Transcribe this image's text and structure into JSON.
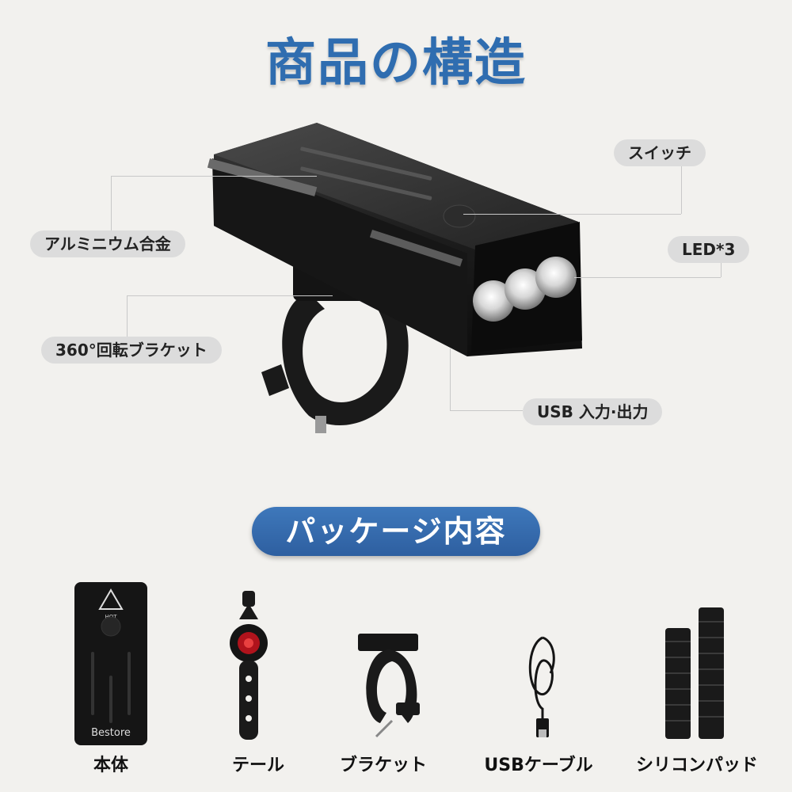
{
  "title": "商品の構造",
  "callouts": {
    "switch": "スイッチ",
    "aluminum": "アルミニウム合金",
    "led": "LED*3",
    "bracket360": "360°回転ブラケット",
    "usb": "USB 入力·出力"
  },
  "package_header": "パッケージ内容",
  "package_items": {
    "body": "本体",
    "tail": "テール",
    "bracket": "ブラケット",
    "cable": "USBケーブル",
    "pad": "シリコンパッド"
  },
  "product_logo": "Bestore",
  "hot_label": "HOT",
  "colors": {
    "accent": "#2f6db0",
    "pill_bg": "#dcdcdc",
    "background": "#f2f1ee"
  }
}
